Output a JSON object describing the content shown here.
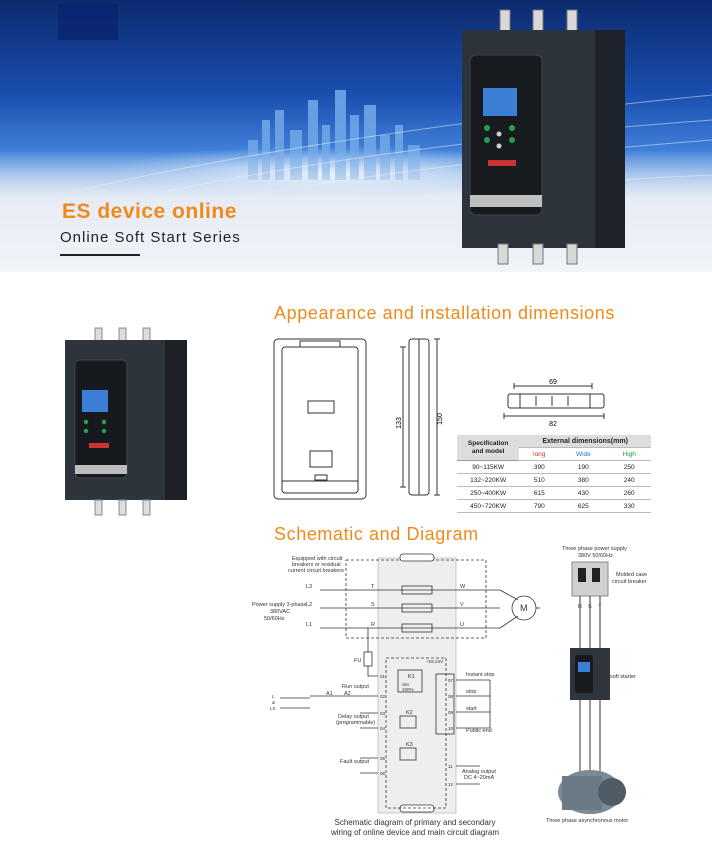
{
  "banner": {
    "title": "ES device online",
    "subtitle": "Online Soft Start Series"
  },
  "sections": {
    "appearance": "Appearance and installation dimensions",
    "schematic": "Schematic and Diagram"
  },
  "drawing": {
    "side_dim_133": "133",
    "side_dim_150": "150",
    "bottom_dim_69": "69",
    "bottom_dim_82": "82"
  },
  "dims_table": {
    "header_spec": "Specification\nand model",
    "header_ext": "External dimensions(mm)",
    "col_long": "long",
    "col_wide": "Wide",
    "col_high": "High",
    "colors": {
      "long": "#e0301e",
      "wide": "#1f77d0",
      "high": "#22a03a"
    },
    "rows": [
      {
        "model": "90~115KW",
        "long": "390",
        "wide": "190",
        "high": "250"
      },
      {
        "model": "132~220KW",
        "long": "510",
        "wide": "380",
        "high": "240"
      },
      {
        "model": "250~400KW",
        "long": "615",
        "wide": "430",
        "high": "260"
      },
      {
        "model": "450~720KW",
        "long": "790",
        "wide": "625",
        "high": "330"
      }
    ]
  },
  "schematic": {
    "breaker_note_1": "Equipped with circuit",
    "breaker_note_2": "breakers or residual",
    "breaker_note_3": "current circuit breakers",
    "power_1": "Power supply 3-phase",
    "power_2": "380VAC",
    "power_3": "50/60Hz",
    "L1": "L1",
    "L2": "L2",
    "L3": "L3",
    "T": "T",
    "S": "S",
    "R": "R",
    "W": "W",
    "V": "V",
    "U": "U",
    "M": "M",
    "FU": "FU",
    "DC": "+DC24V",
    "K1": "K1",
    "K2": "K2",
    "K3": "K3",
    "set": "Set",
    "set_val": "100%",
    "A1": "A1",
    "A2": "A2",
    "run_output": "Run output",
    "delay_1": "Delay output",
    "delay_2": "(programmable)",
    "fault": "Fault output",
    "inst_stop": "Instant stop",
    "stop": "stop",
    "start": "start",
    "public": "Public end",
    "analog_1": "Analog output",
    "analog_2": "DC 4~20mA",
    "tm_01": "01",
    "tm_02": "02",
    "tm_03": "03",
    "tm_04": "04",
    "tm_05": "05",
    "tm_06": "06",
    "tm_07": "07",
    "tm_08": "08",
    "tm_09": "09",
    "tm_10": "10",
    "tm_11": "11",
    "tm_12": "12",
    "L": "L",
    "amp": "&",
    "N": "LS",
    "caption_1": "Schematic diagram of primary and secondary",
    "caption_2": "wiring of online device and main circuit diagram"
  },
  "install": {
    "supply_1": "Three phase power supply",
    "supply_2": "380V 50/60Hz",
    "breaker_1": "Molded case",
    "breaker_2": "circuit breaker",
    "R": "R",
    "S": "S",
    "T": "T",
    "soft": "soft starter",
    "motor": "Three phase asynchronous motor"
  }
}
